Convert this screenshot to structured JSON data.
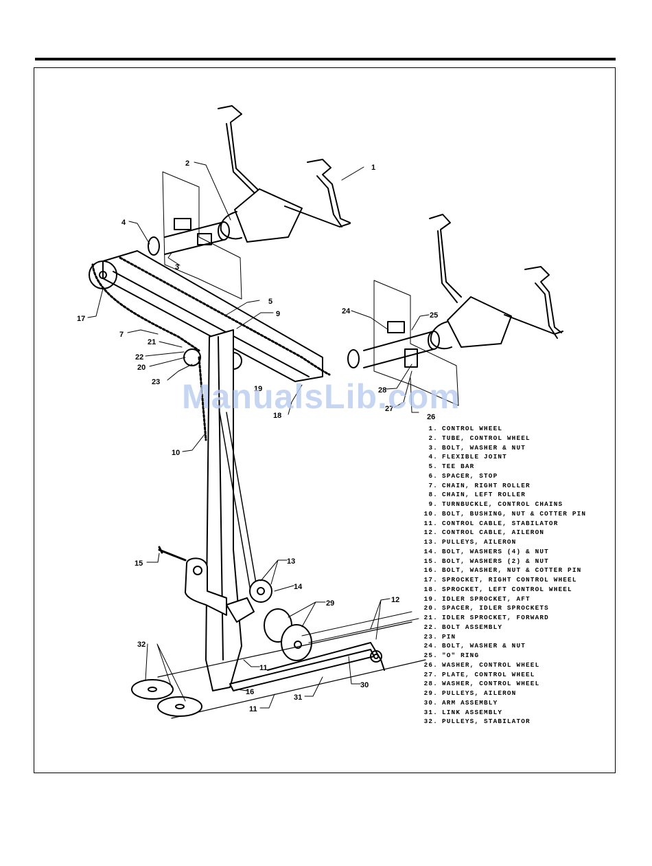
{
  "callouts": [
    {
      "id": "c1",
      "text": "1"
    },
    {
      "id": "c2",
      "text": "2"
    },
    {
      "id": "c3",
      "text": "3"
    },
    {
      "id": "c4",
      "text": "4"
    },
    {
      "id": "c5",
      "text": "5"
    },
    {
      "id": "c7",
      "text": "7"
    },
    {
      "id": "c9",
      "text": "9"
    },
    {
      "id": "c10",
      "text": "10"
    },
    {
      "id": "c11a",
      "text": "11"
    },
    {
      "id": "c11b",
      "text": "11"
    },
    {
      "id": "c12",
      "text": "12"
    },
    {
      "id": "c13",
      "text": "13"
    },
    {
      "id": "c14",
      "text": "14"
    },
    {
      "id": "c15",
      "text": "15"
    },
    {
      "id": "c16",
      "text": "16"
    },
    {
      "id": "c17",
      "text": "17"
    },
    {
      "id": "c18",
      "text": "18"
    },
    {
      "id": "c19",
      "text": "19"
    },
    {
      "id": "c20",
      "text": "20"
    },
    {
      "id": "c21",
      "text": "21"
    },
    {
      "id": "c22",
      "text": "22"
    },
    {
      "id": "c23",
      "text": "23"
    },
    {
      "id": "c24",
      "text": "24"
    },
    {
      "id": "c25",
      "text": "25"
    },
    {
      "id": "c26",
      "text": "26"
    },
    {
      "id": "c27",
      "text": "27"
    },
    {
      "id": "c28",
      "text": "28"
    },
    {
      "id": "c29",
      "text": "29"
    },
    {
      "id": "c30",
      "text": "30"
    },
    {
      "id": "c31",
      "text": "31"
    },
    {
      "id": "c32",
      "text": "32"
    }
  ],
  "legend": [
    {
      "num": "1.",
      "label": "CONTROL WHEEL"
    },
    {
      "num": "2.",
      "label": "TUBE, CONTROL WHEEL"
    },
    {
      "num": "3.",
      "label": "BOLT, WASHER & NUT"
    },
    {
      "num": "4.",
      "label": "FLEXIBLE JOINT"
    },
    {
      "num": "5.",
      "label": "TEE BAR"
    },
    {
      "num": "6.",
      "label": "SPACER, STOP"
    },
    {
      "num": "7.",
      "label": "CHAIN, RIGHT ROLLER"
    },
    {
      "num": "8.",
      "label": "CHAIN, LEFT ROLLER"
    },
    {
      "num": "9.",
      "label": "TURNBUCKLE, CONTROL CHAINS"
    },
    {
      "num": "10.",
      "label": "BOLT, BUSHING, NUT & COTTER PIN"
    },
    {
      "num": "11.",
      "label": "CONTROL CABLE, STABILATOR"
    },
    {
      "num": "12.",
      "label": "CONTROL CABLE, AILERON"
    },
    {
      "num": "13.",
      "label": "PULLEYS, AILERON"
    },
    {
      "num": "14.",
      "label": "BOLT, WASHERS (4) & NUT"
    },
    {
      "num": "15.",
      "label": "BOLT, WASHERS (2) & NUT"
    },
    {
      "num": "16.",
      "label": "BOLT, WASHER, NUT & COTTER PIN"
    },
    {
      "num": "17.",
      "label": "SPROCKET, RIGHT CONTROL WHEEL"
    },
    {
      "num": "18.",
      "label": "SPROCKET, LEFT CONTROL WHEEL"
    },
    {
      "num": "19.",
      "label": "IDLER SPROCKET, AFT"
    },
    {
      "num": "20.",
      "label": "SPACER, IDLER SPROCKETS"
    },
    {
      "num": "21.",
      "label": "IDLER SPROCKET, FORWARD"
    },
    {
      "num": "22.",
      "label": "BOLT ASSEMBLY"
    },
    {
      "num": "23.",
      "label": "PIN"
    },
    {
      "num": "24.",
      "label": "BOLT, WASHER & NUT"
    },
    {
      "num": "25.",
      "label": "\"O\" RING"
    },
    {
      "num": "26.",
      "label": "WASHER, CONTROL WHEEL"
    },
    {
      "num": "27.",
      "label": "PLATE, CONTROL WHEEL"
    },
    {
      "num": "28.",
      "label": "WASHER, CONTROL WHEEL"
    },
    {
      "num": "29.",
      "label": "PULLEYS, AILERON"
    },
    {
      "num": "30.",
      "label": "ARM ASSEMBLY"
    },
    {
      "num": "31.",
      "label": "LINK ASSEMBLY"
    },
    {
      "num": "32.",
      "label": "PULLEYS, STABILATOR"
    }
  ],
  "watermark": "ManualsLib.com"
}
